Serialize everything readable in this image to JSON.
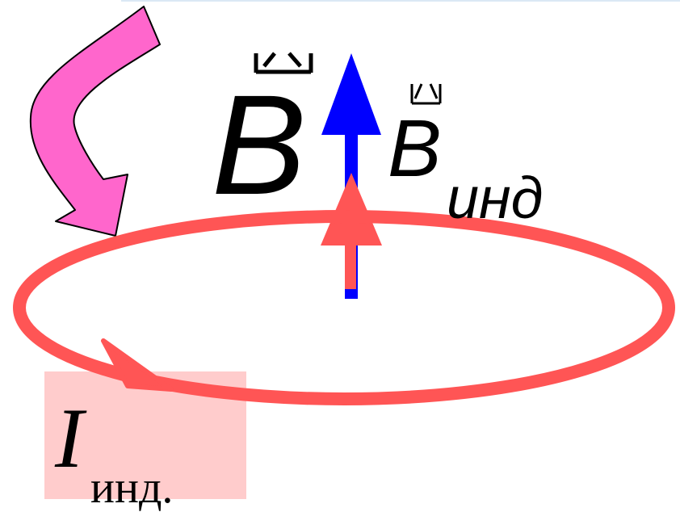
{
  "labels": {
    "field_main": "B",
    "field_induced": "B",
    "field_induced_sub": "инд",
    "current": "I",
    "current_sub": "инд."
  },
  "colors": {
    "loop": "#ff5555",
    "induced_arrow": "#ff5555",
    "field_arrow": "#0000ff",
    "motion_arrow": "#ff66cc",
    "current_box": "#ffcccc",
    "text": "#000000"
  },
  "icons": {
    "motion": "curved-arrow-icon",
    "vector_mark": "vector-arrow-icon"
  }
}
